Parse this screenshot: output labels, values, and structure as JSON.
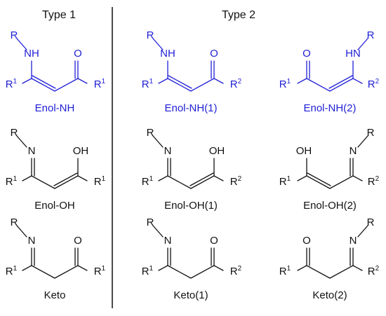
{
  "colors": {
    "blue": "#1f1fd6",
    "black": "#111111",
    "divider": "#000000"
  },
  "headers": {
    "type1": "Type 1",
    "type2": "Type 2"
  },
  "labels": {
    "r": "R",
    "nh": "NH",
    "hn": "HN",
    "n": "N",
    "o": "O",
    "oh": "OH",
    "r_prefix": "R",
    "sup1": "1",
    "sup2": "2"
  },
  "names": {
    "enol_nh": "Enol-NH",
    "enol_nh_1": "Enol-NH(1)",
    "enol_nh_2": "Enol-NH(2)",
    "enol_oh": "Enol-OH",
    "enol_oh_1": "Enol-OH(1)",
    "enol_oh_2": "Enol-OH(2)",
    "keto": "Keto",
    "keto_1": "Keto(1)",
    "keto_2": "Keto(2)"
  }
}
